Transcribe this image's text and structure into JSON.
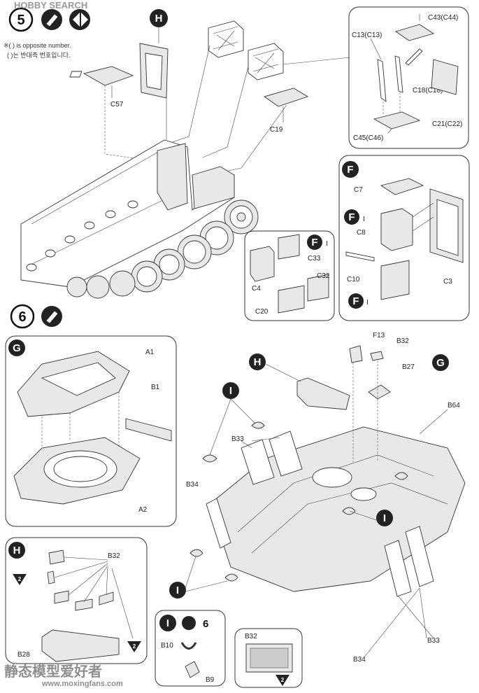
{
  "watermark_top": "HOBBY SEARCH",
  "watermark_bottom_cn": "静态模型爱好者",
  "watermark_bottom_url": "www.moxingfans.com",
  "step5": {
    "number": "5",
    "note_en": "※( ) is opposite number.",
    "note_kr": "( )는 반대측 번호입니다.",
    "labels": {
      "H": "H",
      "C57": "C57",
      "C19": "C19",
      "C43": "C43(C44)",
      "C13": "C13(C13)",
      "C18": "C18(C18)",
      "C21": "C21(C22)",
      "C45": "C45(C46)"
    }
  },
  "boxF": {
    "letter": "F",
    "I": "I",
    "C7": "C7",
    "C8": "C8",
    "C10": "C10",
    "C3": "C3"
  },
  "boxFsmall": {
    "letter": "F",
    "I": "I",
    "C33": "C33",
    "C4": "C4",
    "C32": "C32",
    "C20": "C20"
  },
  "step6": {
    "number": "6",
    "F13": "F13",
    "B32": "B32",
    "H": "H",
    "G": "G",
    "B27": "B27",
    "I": "I",
    "B33": "B33",
    "B64": "B64",
    "B34": "B34"
  },
  "boxG": {
    "letter": "G",
    "A1": "A1",
    "B1": "B1",
    "A2": "A2"
  },
  "boxH": {
    "letter": "H",
    "B32": "B32",
    "B28": "B28",
    "tri": "2"
  },
  "boxI": {
    "letter": "I",
    "ref": "6",
    "B10": "B10",
    "B9": "B9"
  },
  "boxB32": {
    "label": "B32",
    "tri": "2"
  }
}
